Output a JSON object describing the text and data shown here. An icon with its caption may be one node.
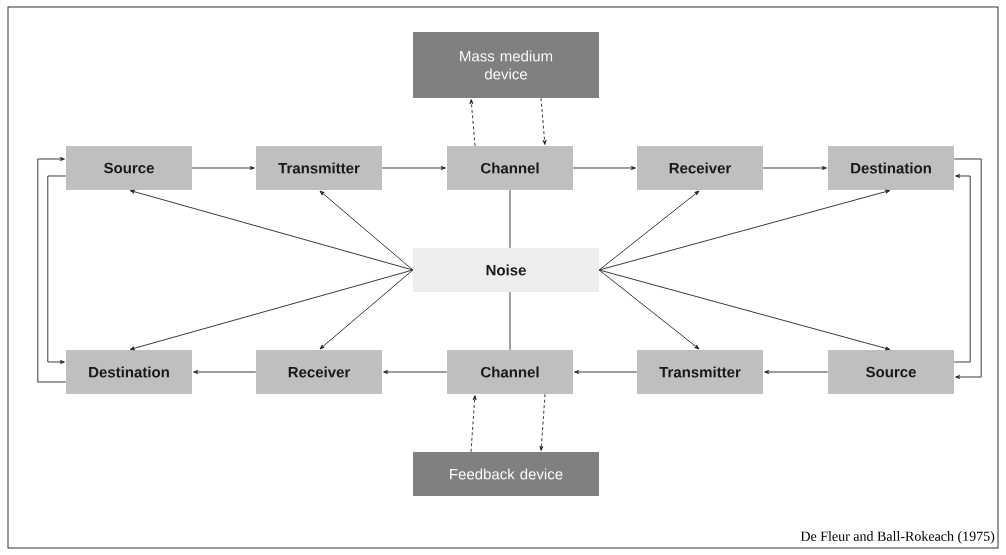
{
  "diagram": {
    "nodes": [
      {
        "text": [
          "Mass medium device"
        ]
      },
      {
        "text": [
          "Source"
        ]
      },
      {
        "text": [
          "Transmitter"
        ]
      },
      {
        "text": [
          "Channel"
        ]
      },
      {
        "text": [
          "Receiver"
        ]
      },
      {
        "text": [
          "Destination"
        ]
      },
      {
        "text": [
          "Noise"
        ]
      },
      {
        "text": [
          "Destination"
        ]
      },
      {
        "text": [
          "Receiver"
        ]
      },
      {
        "text": [
          "Channel"
        ]
      },
      {
        "text": [
          "Transmitter"
        ]
      },
      {
        "text": [
          "Source"
        ]
      },
      {
        "text": [
          "Feedback device"
        ]
      }
    ],
    "edges": [
      {
        "from": 1,
        "to": 2,
        "arrow": "to"
      },
      {
        "from": 2,
        "to": 3,
        "arrow": "to"
      },
      {
        "from": 3,
        "to": 4,
        "arrow": "to"
      },
      {
        "from": 4,
        "to": 5,
        "arrow": "to"
      },
      {
        "from": 11,
        "to": 10,
        "arrow": "to"
      },
      {
        "from": 10,
        "to": 9,
        "arrow": "to"
      },
      {
        "from": 9,
        "to": 8,
        "arrow": "to"
      },
      {
        "from": 8,
        "to": 7,
        "arrow": "to"
      },
      {
        "from": 3,
        "to": 0,
        "arrow": "to",
        "style": "dashed"
      },
      {
        "from": 0,
        "to": 3,
        "arrow": "to",
        "style": "dashed"
      },
      {
        "from": 12,
        "to": 9,
        "arrow": "to",
        "style": "dashed"
      },
      {
        "from": 9,
        "to": 12,
        "arrow": "to",
        "style": "dashed"
      },
      {
        "from": 6,
        "to": 3,
        "arrow": "none"
      },
      {
        "from": 6,
        "to": 9,
        "arrow": "none"
      },
      {
        "from": 6,
        "to": 1,
        "arrow": "to"
      },
      {
        "from": 6,
        "to": 2,
        "arrow": "to"
      },
      {
        "from": 6,
        "to": 7,
        "arrow": "to"
      },
      {
        "from": 6,
        "to": 8,
        "arrow": "to"
      },
      {
        "from": 6,
        "to": 4,
        "arrow": "to"
      },
      {
        "from": 6,
        "to": 5,
        "arrow": "to"
      },
      {
        "from": 6,
        "to": 10,
        "arrow": "to"
      },
      {
        "from": 6,
        "to": 11,
        "arrow": "to"
      },
      {
        "from": 7,
        "to": 1,
        "arrow": "to"
      },
      {
        "from": 1,
        "to": 7,
        "arrow": "to"
      },
      {
        "from": 5,
        "to": 11,
        "arrow": "to"
      },
      {
        "from": 11,
        "to": 5,
        "arrow": "to"
      }
    ],
    "labels": [
      "De Fleur and Ball-Rokeach (1975)"
    ]
  }
}
